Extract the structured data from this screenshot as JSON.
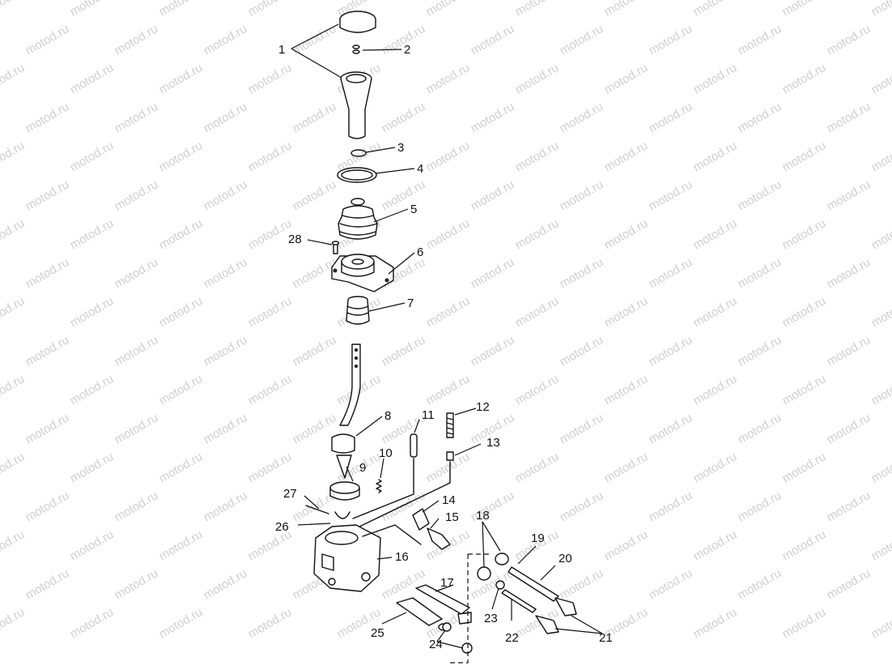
{
  "watermark": "motod.ru",
  "callouts": {
    "c1": "1",
    "c2": "2",
    "c3": "3",
    "c4": "4",
    "c5": "5",
    "c6": "6",
    "c7": "7",
    "c8": "8",
    "c9": "9",
    "c10": "10",
    "c11": "11",
    "c12": "12",
    "c13": "13",
    "c14": "14",
    "c15": "15",
    "c16": "16",
    "c17": "17",
    "c18": "18",
    "c19": "19",
    "c20": "20",
    "c21": "21",
    "c22": "22",
    "c23": "23",
    "c24": "24",
    "c25": "25",
    "c26": "26",
    "c27": "27",
    "c28": "28"
  }
}
